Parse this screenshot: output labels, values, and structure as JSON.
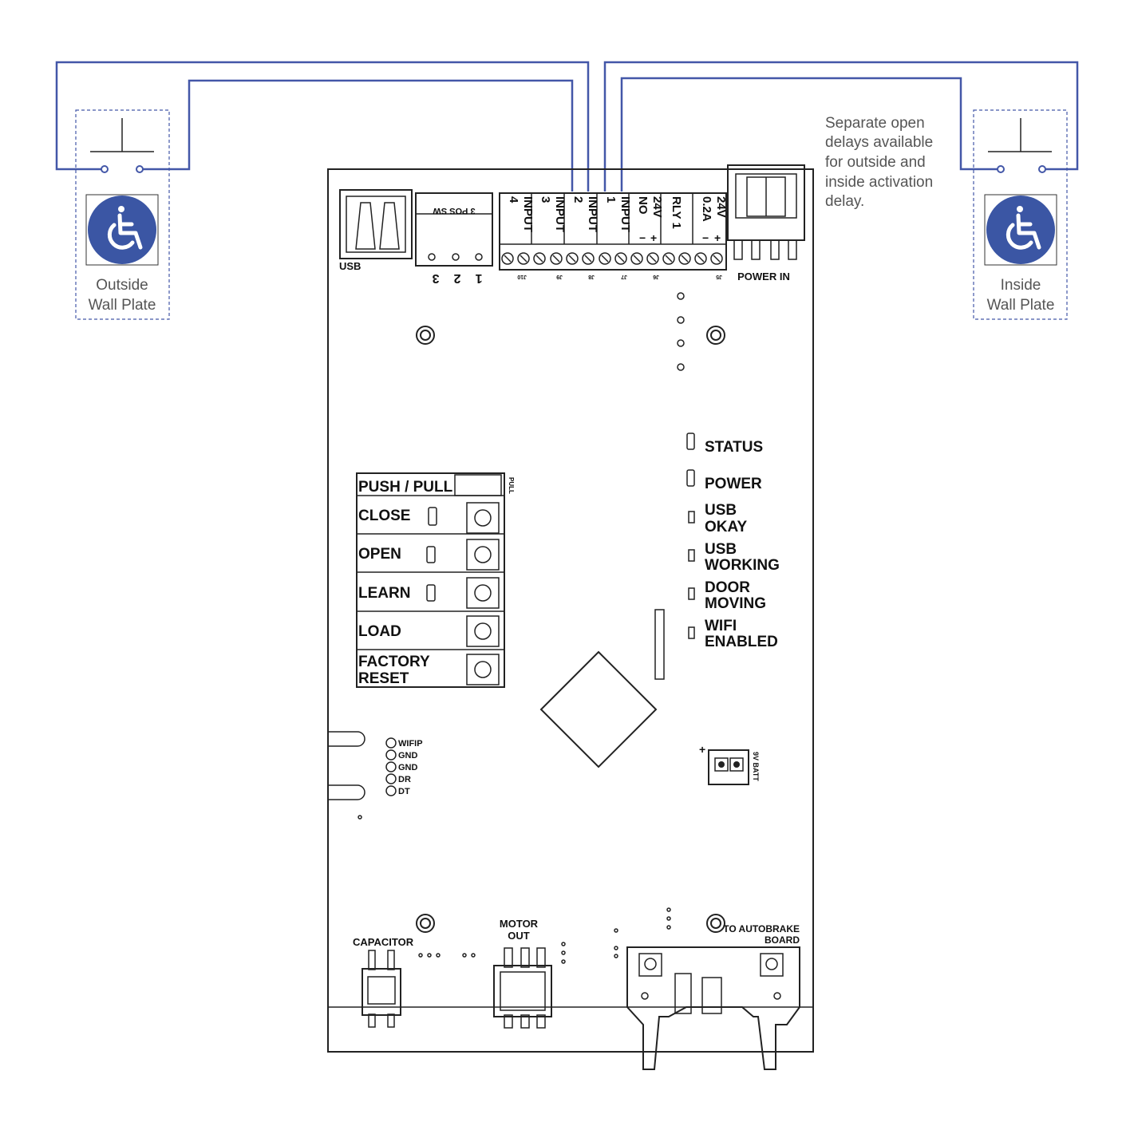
{
  "plates": {
    "outside": {
      "label_line1": "Outside",
      "label_line2": "Wall Plate",
      "icon": "wheelchair-icon"
    },
    "inside": {
      "label_line1": "Inside",
      "label_line2": "Wall Plate",
      "icon": "wheelchair-icon"
    }
  },
  "note": {
    "lines": [
      "Separate open",
      "delays available",
      "for outside and",
      "inside activation",
      "delay."
    ]
  },
  "board": {
    "usb": "USB",
    "pos_switch": "3 POS SW",
    "pos_numbers": [
      "3",
      "2",
      "1"
    ],
    "power_in": "POWER IN",
    "terminals": [
      {
        "line1": "INPUT",
        "line2": "4",
        "ref": "J10"
      },
      {
        "line1": "INPUT",
        "line2": "3",
        "ref": "J9"
      },
      {
        "line1": "INPUT",
        "line2": "2",
        "ref": "J8"
      },
      {
        "line1": "INPUT",
        "line2": "1",
        "ref": "J7"
      },
      {
        "line1": "24V",
        "line2": "NO",
        "ref": "J6"
      },
      {
        "line1": "RLY 1",
        "line2": "",
        "ref": ""
      },
      {
        "line1": "24V",
        "line2": "0.2A",
        "ref": "J5"
      }
    ],
    "polarity": {
      "minus": "−",
      "plus": "+"
    },
    "leds": [
      {
        "line1": "STATUS",
        "line2": ""
      },
      {
        "line1": "POWER",
        "line2": ""
      },
      {
        "line1": "USB",
        "line2": "OKAY"
      },
      {
        "line1": "USB",
        "line2": "WORKING"
      },
      {
        "line1": "DOOR",
        "line2": "MOVING"
      },
      {
        "line1": "WIFI",
        "line2": "ENABLED"
      }
    ],
    "push_pull": "PUSH / PULL",
    "pull": "PULL",
    "buttons": [
      {
        "line1": "CLOSE",
        "line2": ""
      },
      {
        "line1": "OPEN",
        "line2": ""
      },
      {
        "line1": "LEARN",
        "line2": ""
      },
      {
        "line1": "LOAD",
        "line2": ""
      },
      {
        "line1": "FACTORY",
        "line2": "RESET"
      }
    ],
    "wifi_pins": [
      "WIFIP",
      "GND",
      "GND",
      "DR",
      "DT"
    ],
    "battery": "9V BATT",
    "capacitor": "CAPACITOR",
    "motor_out_line1": "MOTOR",
    "motor_out_line2": "OUT",
    "autobrake_line1": "TO AUTOBRAKE",
    "autobrake_line2": "BOARD"
  },
  "colors": {
    "wire": "#4357a8",
    "plate_icon": "#3b56a4",
    "board_outline": "#222222",
    "label_text": "#555555"
  }
}
